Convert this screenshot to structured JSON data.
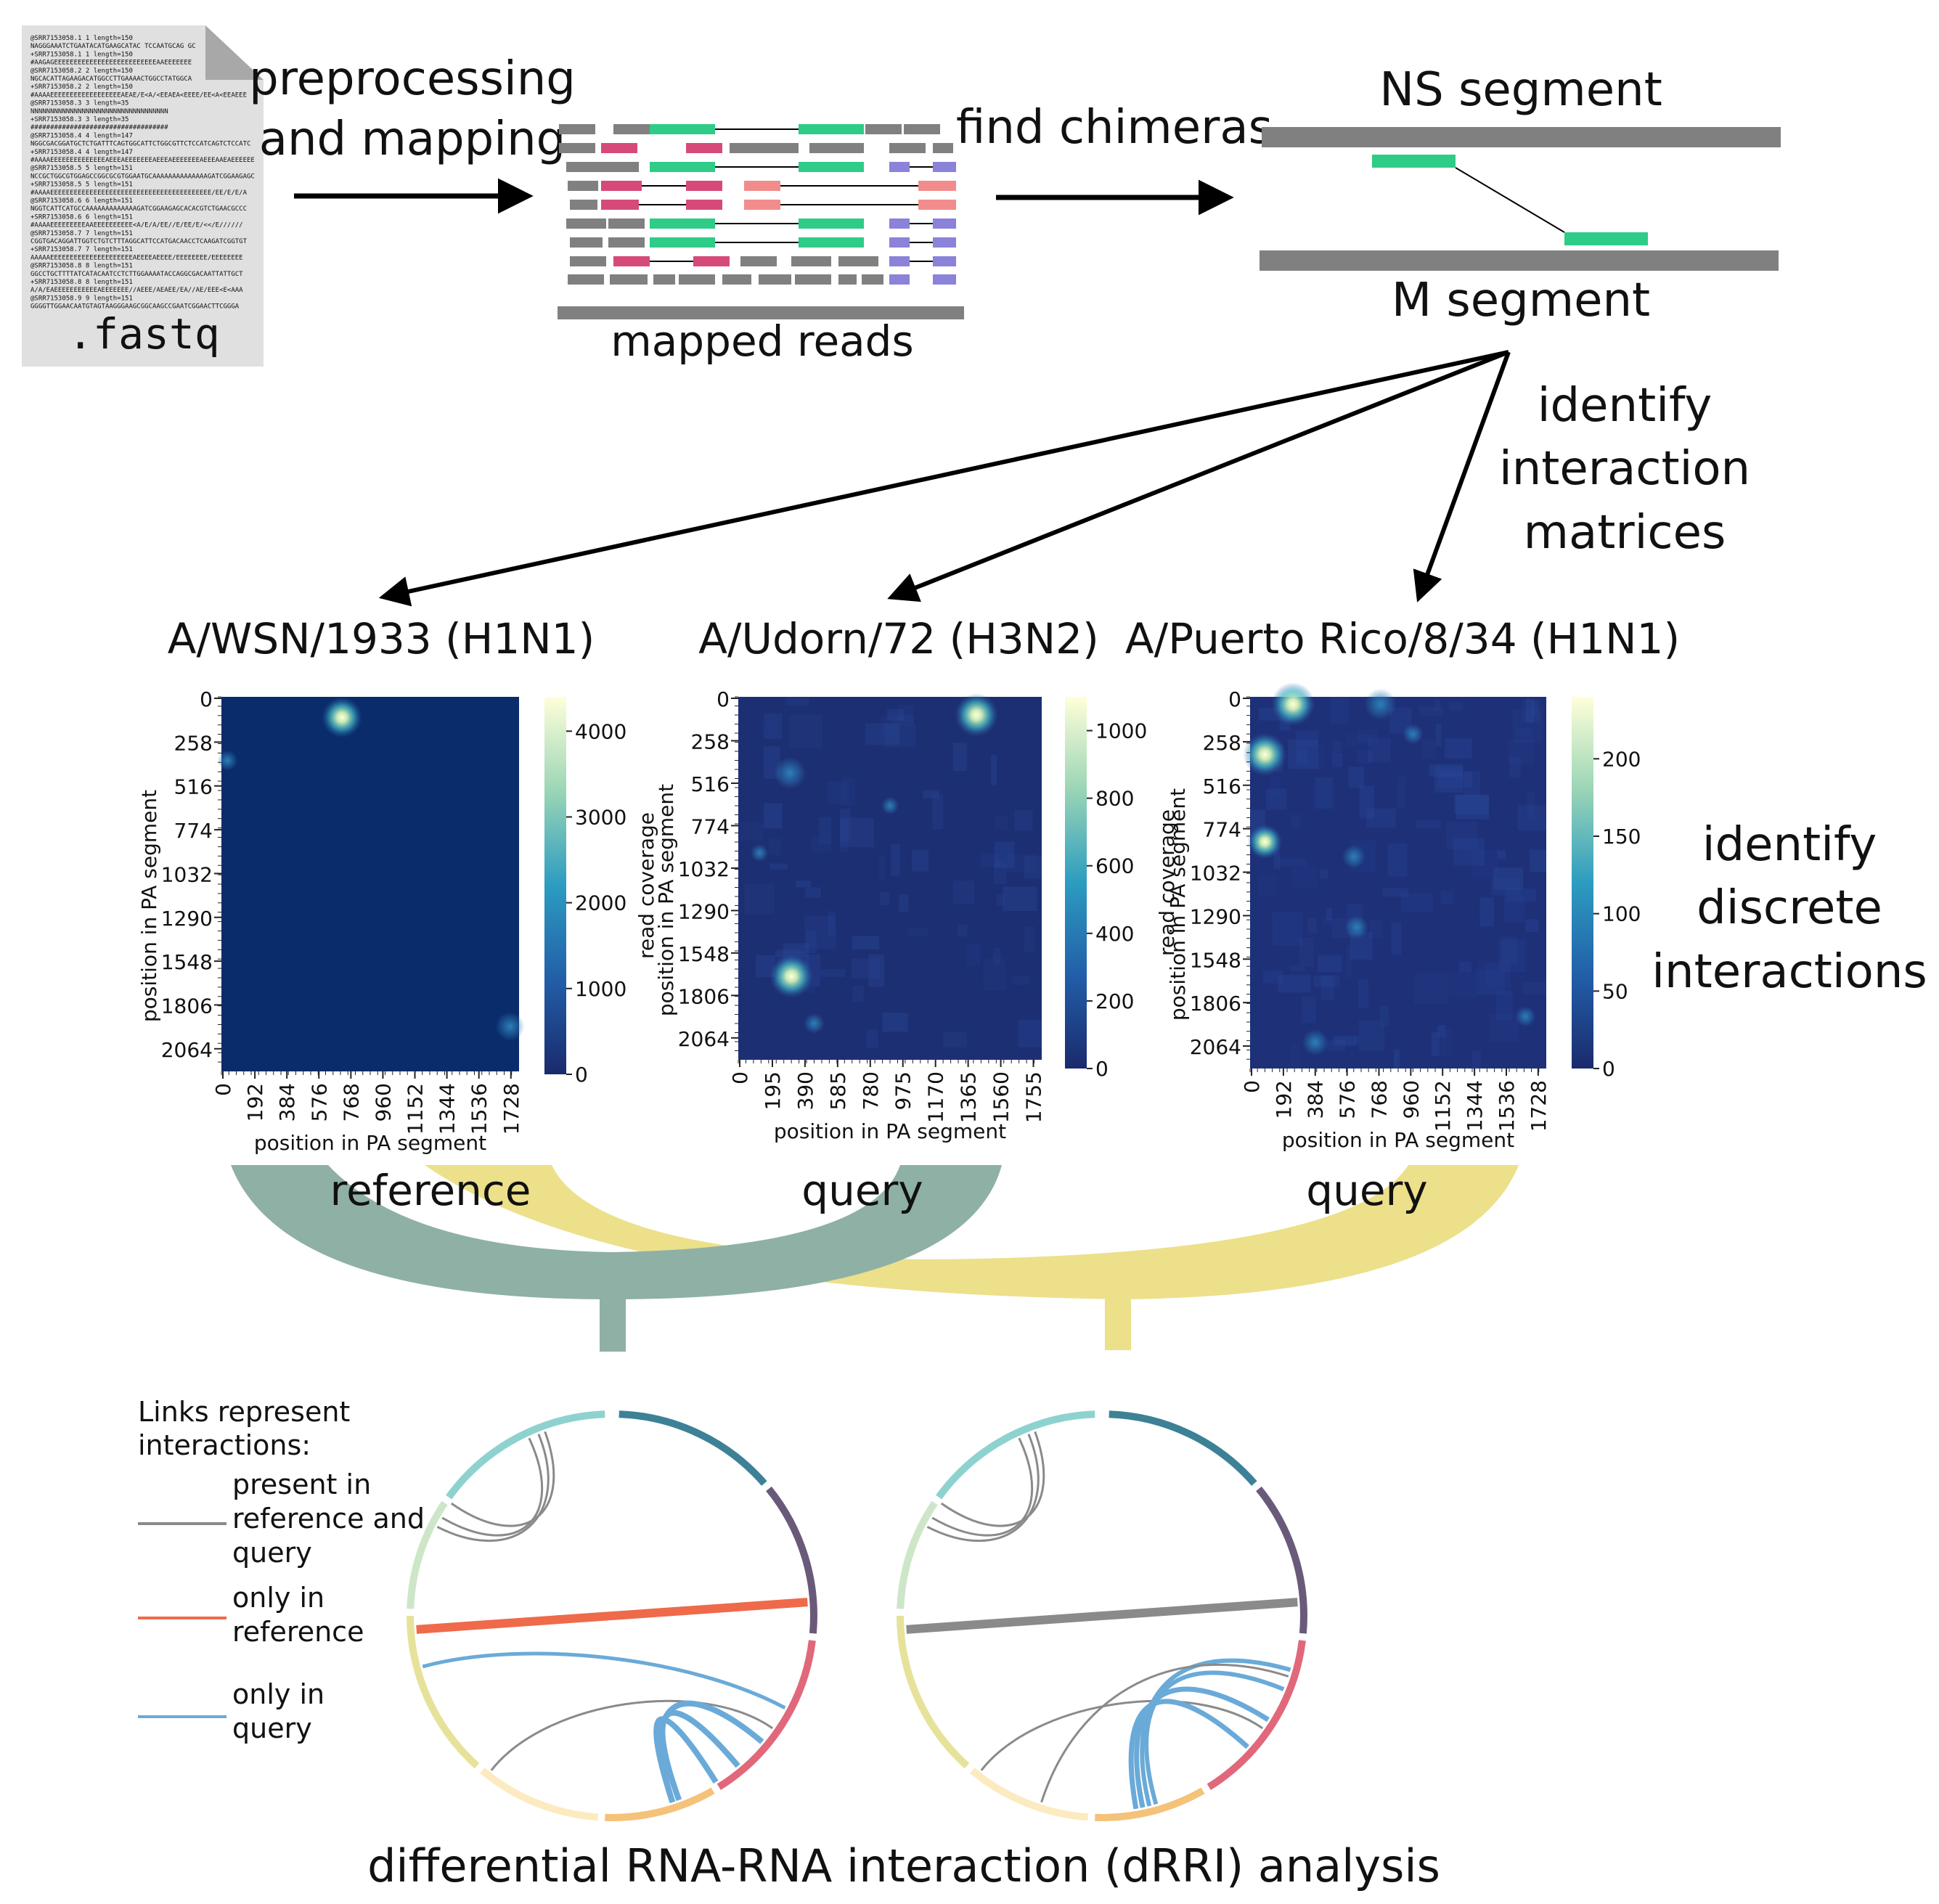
{
  "fastq_file": {
    "extension": ".fastq",
    "lines": [
      "@SRR7153058.1 1 length=150",
      "NAGGGAAATCTGAATACATGAAGCATAC TCCAATGCAG GC",
      "+SRR7153058.1 1 length=150",
      "#AAGAGEEEEEEEEEEEEEEEEEEEEEEEEEEAAEEEEEEE",
      "@SRR7153058.2 2 length=150",
      "NGCACATTAGAAGACATGGCCTTGAAAACTGGCCTATGGCA",
      "+SRR7153058.2 2 length=150",
      "#AAAAEEEEEEEEEEEEEEEEEEAEAE/E<A/<EEAEA<EEEE/EE<A<EEAEEE",
      "@SRR7153058.3 3 length=35",
      "NNNNNNNNNNNNNNNNNNNNNNNNNNNNNNNNNNN",
      "+SRR7153058.3 3 length=35",
      "###################################",
      "@SRR7153058.4 4 length=147",
      "NGGCGACGGATGCTCTGATTTCAGTGGCATTCTGGCGTTCTCCATCAGTCTCCATC",
      "+SRR7153058.4 4 length=147",
      "#AAAAEEEEEEEEEEEEEEAEEEAEEEEEEEAEEEAEEEEEEEAEEEAAEAEEEEEE",
      "@SRR7153058.5 5 length=151",
      "NCCGCTGGCGTGGAGCCGGCGCGTGGAATGCAAAAAAAAAAAAAAGATCGGAAGAGC",
      "+SRR7153058.5 5 length=151",
      "#AAAAEEEEEEEEEEEEEEEEEEEEEEEEEEEEEEEEEEEEEEEEE/EE/E/E/A",
      "@SRR7153058.6 6 length=151",
      "NGGTCATTCATGCCAAAAAAAAAAAAAGATCGGAAGAGCACACGTCTGAACGCCC",
      "+SRR7153058.6 6 length=151",
      "#AAAAEEEEEEEEEAAEEEEEEEEEE<A/E/A/EE//E/EE/E/<</E//////",
      "@SRR7153058.7 7 length=151",
      "CGGTGACAGGATTGGTCTGTCTTTAGGCATTCCATGACAACCTCAAGATCGGTGT",
      "+SRR7153058.7 7 length=151",
      "AAAAAEEEEEEEEEEEEEEEEEEEEEAEEEEAEEEE/EEEEEEEE/EEEEEEEE",
      "@SRR7153058.8 8 length=151",
      "GGCCTGCTTTTATCATACAATCCTCTTGGAAAATACCAGGCGACAATTATTGCT",
      "+SRR7153058.8 8 length=151",
      "A/A/EAEEEEEEEEEEEAEEEEEEE//AEEE/AEAEE/EA//AE/EEE<E<AAA",
      "@SRR7153058.9 9 length=151",
      "GGGGTTGGAACAATGTAGTAAGGGAAGCGGCAAGCCGAATCGGAACTTCGGGA"
    ]
  },
  "steps": {
    "step1": [
      "preprocessing",
      "and mapping"
    ],
    "step2": "find chimeras",
    "step3": [
      "identify",
      "interaction",
      "matrices"
    ],
    "step4": [
      "identify",
      "discrete",
      "interactions"
    ]
  },
  "mapped_reads_label": "mapped reads",
  "chimera": {
    "top_label": "NS segment",
    "bottom_label": "M segment"
  },
  "matrices": [
    {
      "title": "A/WSN/1933 (H1N1)",
      "ylabel": "position in PA segment",
      "xlabel": "position in PA segment",
      "cbar_label": "read coverage",
      "yticks": [
        "0",
        "258",
        "516",
        "774",
        "1032",
        "1290",
        "1548",
        "1806",
        "2064"
      ],
      "xticks": [
        "0",
        "192",
        "384",
        "576",
        "768",
        "960",
        "1152",
        "1344",
        "1536",
        "1728"
      ],
      "cbar_ticks": [
        "4000",
        "3000",
        "2000",
        "1000",
        "0"
      ],
      "cbar_max": 4400
    },
    {
      "title": "A/Udorn/72 (H3N2)",
      "ylabel": "position in PA segment",
      "xlabel": "position in PA segment",
      "cbar_label": "read coverage",
      "yticks": [
        "0",
        "258",
        "516",
        "774",
        "1032",
        "1290",
        "1548",
        "1806",
        "2064"
      ],
      "xticks": [
        "0",
        "195",
        "390",
        "585",
        "780",
        "975",
        "1170",
        "1365",
        "1560",
        "1755"
      ],
      "cbar_ticks": [
        "1000",
        "800",
        "600",
        "400",
        "200",
        "0"
      ],
      "cbar_max": 1100
    },
    {
      "title": "A/Puerto Rico/8/34 (H1N1)",
      "ylabel": "position in PA segment",
      "xlabel": "position in PA segment",
      "cbar_label": "",
      "yticks": [
        "0",
        "258",
        "516",
        "774",
        "1032",
        "1290",
        "1548",
        "1806",
        "2064"
      ],
      "xticks": [
        "0",
        "192",
        "384",
        "576",
        "768",
        "960",
        "1152",
        "1344",
        "1536",
        "1728"
      ],
      "cbar_ticks": [
        "200",
        "150",
        "100",
        "50",
        "0"
      ],
      "cbar_max": 240
    }
  ],
  "flow_labels": {
    "reference": "reference",
    "query_left": "query",
    "query_right": "query"
  },
  "colors": {
    "reference_flow": "#8fb0a5",
    "query_flow": "#ece08a",
    "shared_link": "#8a8a8a",
    "ref_only_link": "#ee6a4a",
    "query_only_link": "#6aaad8",
    "heatmap_background": "#0b2c6b",
    "segment_bar": "#808080",
    "chimera_green": "#2ecc87"
  },
  "legend": {
    "title": [
      "Links represent",
      "interactions:"
    ],
    "items": [
      {
        "lines": [
          "present in",
          "reference and",
          "query"
        ],
        "color": "#8a8a8a"
      },
      {
        "lines": [
          "only in",
          "reference"
        ],
        "color": "#ee6a4a"
      },
      {
        "lines": [
          "only in",
          "query"
        ],
        "color": "#6aaad8"
      }
    ]
  },
  "footer": "differential RNA-RNA interaction (dRRI) analysis"
}
